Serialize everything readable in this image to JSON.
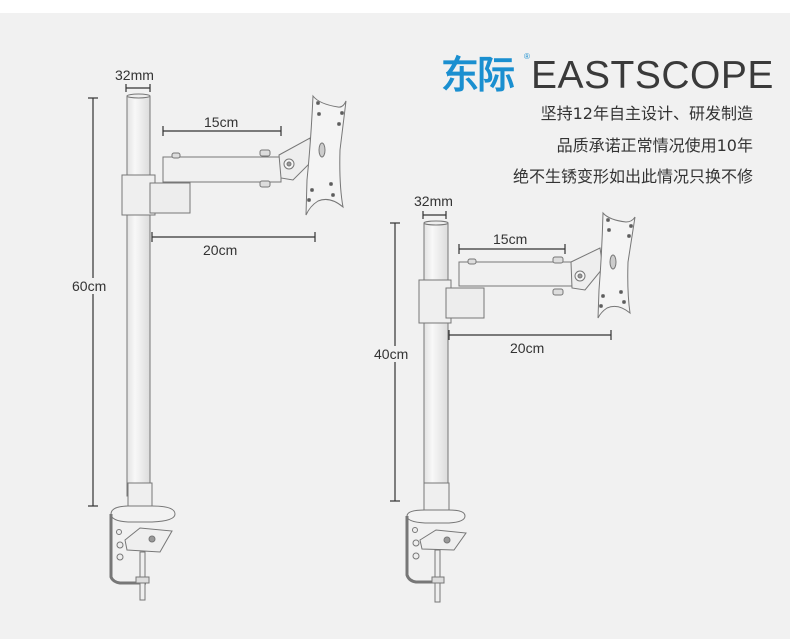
{
  "brand": {
    "name_cn": "东际",
    "registered_mark": "®",
    "name_en": "EASTSCOPE",
    "colors": {
      "brand_blue": "#1a8fd0",
      "text_dark": "#3a3a3a",
      "background": "#f1f1f1"
    }
  },
  "slogans": [
    "坚持12年自主设计、研发制造",
    "品质承诺正常情况使用10年",
    "绝不生锈变形如出此情况只换不修"
  ],
  "products": [
    {
      "name": "tall-pole-monitor-arm",
      "dimensions": {
        "pole_diameter": "32mm",
        "arm_length": "15cm",
        "reach": "20cm",
        "pole_height": "60cm"
      }
    },
    {
      "name": "short-pole-monitor-arm",
      "dimensions": {
        "pole_diameter": "32mm",
        "arm_length": "15cm",
        "reach": "20cm",
        "pole_height": "40cm"
      }
    }
  ]
}
